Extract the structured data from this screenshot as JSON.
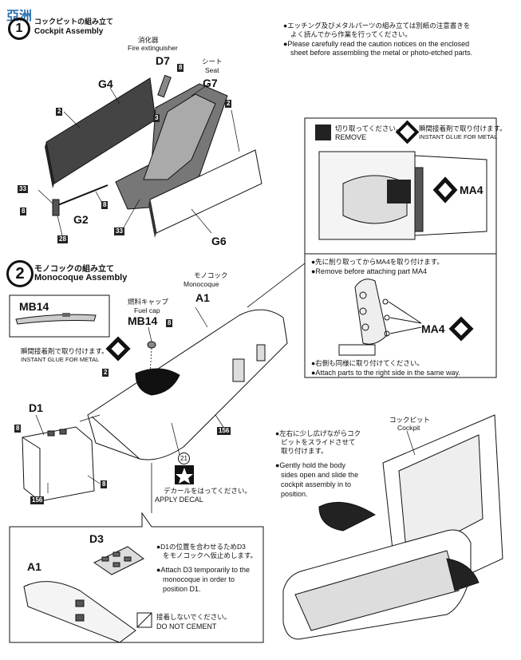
{
  "watermark": "亞洲",
  "step1": {
    "number": "1",
    "title_jp": "コックピットの組み立て",
    "title_en": "Cockpit Assembly",
    "fire_jp": "消化器",
    "fire_en": "Fire extinguisher",
    "seat_jp": "シート",
    "seat_en": "Seat",
    "parts": [
      "D7",
      "G7",
      "G4",
      "G2",
      "G6"
    ],
    "refs": [
      "8",
      "3",
      "2",
      "2",
      "33",
      "8",
      "8",
      "28",
      "33"
    ]
  },
  "notes_top": {
    "jp1": "●エッチング及びメタルパーツの組み立ては別紙の注意書きを",
    "jp2": "よく読んでから作業を行ってください。",
    "en1": "●Please carefully read the caution notices on the enclosed",
    "en2": "sheet before assembling the metal or photo-etched parts."
  },
  "inset_ma4": {
    "remove_jp": "切り取ってください。",
    "remove_en": "REMOVE",
    "glue_jp": "瞬間接着剤で取り付けます。",
    "glue_en": "INSTANT GLUE FOR METAL",
    "part": "MA4",
    "note1_jp": "●先に削り取ってからMA4を取り付けます。",
    "note1_en": "●Remove before attaching part MA4",
    "note2_jp": "●右側も同様に取り付けてください。",
    "note2_en": "●Attach parts to the right side in the same way."
  },
  "step2": {
    "number": "2",
    "title_jp": "モノコックの組み立て",
    "title_en": "Monocoque Assembly",
    "monocoque_jp": "モノコック",
    "monocoque_en": "Monocoque",
    "fuelcap_jp": "燃料キャップ",
    "fuelcap_en": "Fuel cap",
    "glue_jp": "瞬間接着剤で取り付けます。",
    "glue_en": "INSTANT GLUE FOR METAL",
    "decal_jp": "デカールをはってください。",
    "decal_en": "APPLY DECAL",
    "decal_num": "21",
    "parts": [
      "MB14",
      "A1",
      "MB14",
      "D1"
    ],
    "refs": [
      "8",
      "2",
      "156",
      "8",
      "8",
      "156"
    ]
  },
  "cockpit_slide": {
    "label_jp": "コックピット",
    "label_en": "Cockpit",
    "jp1": "●左右に少し広げながらコク",
    "jp2": "ピットをスライドさせて",
    "jp3": "取り付けます。",
    "en1": "●Gently hold the body",
    "en2": "sides open and slide the",
    "en3": "cockpit assembly in to",
    "en4": "position."
  },
  "inset_d3": {
    "part": "D3",
    "part_a1": "A1",
    "jp1": "●D1の位置を合わせるためD3",
    "jp2": "をモノコックへ仮止めします。",
    "en1": "●Attach D3 temporarily to the",
    "en2": "monocoque in order to",
    "en3": "position D1.",
    "nocement_jp": "接着しないでください。",
    "nocement_en": "DO NOT CEMENT"
  }
}
